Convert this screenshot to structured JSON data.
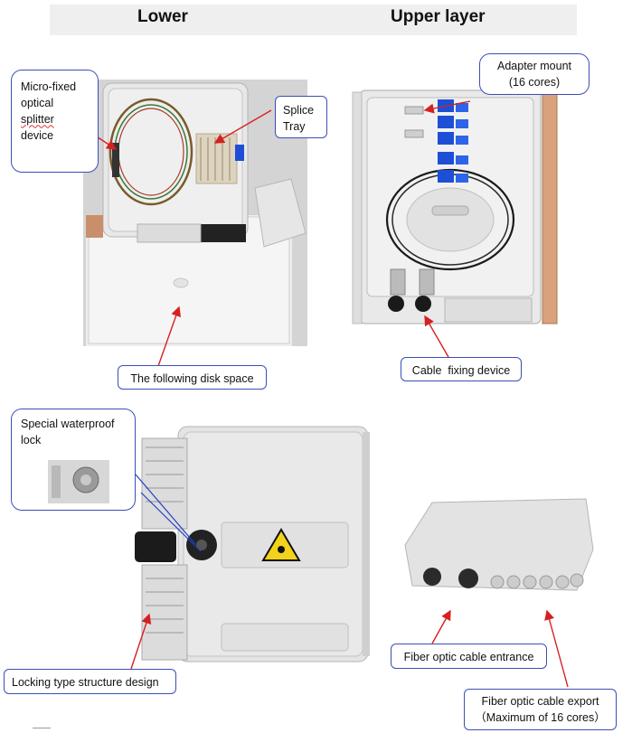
{
  "headers": {
    "lower": "Lower",
    "upper": "Upper layer"
  },
  "labels": {
    "micro_fixed": [
      "Micro-fixed",
      "optical",
      "splitter",
      "device"
    ],
    "splice_tray": [
      "Splice",
      "Tray"
    ],
    "disk_space": "The following disk space",
    "adapter_mount": [
      "Adapter mount",
      "(16 cores)"
    ],
    "cable_fixing": "Cable  fixing device",
    "waterproof_lock": [
      "Special waterproof",
      "lock"
    ],
    "locking_structure": "Locking type structure design",
    "cable_entrance": "Fiber optic cable entrance",
    "cable_export": [
      "Fiber optic cable export",
      "（Maximum of 16 cores）"
    ]
  },
  "colors": {
    "callout_border": "#3a4fb8",
    "arrow": "#d62020",
    "header_bg": "#efefef",
    "adapter_blue": "#1d4fd6",
    "box_gray": "#d9dcdc",
    "laser_warning": "#f3d21b"
  },
  "icons": [
    "laser-warning-icon",
    "padlock-icon"
  ]
}
